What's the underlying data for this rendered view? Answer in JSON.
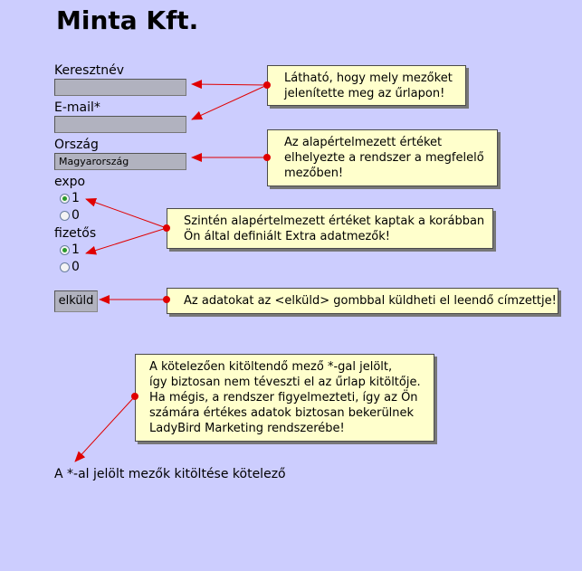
{
  "form": {
    "title": "Minta Kft.",
    "lastname_label": "Keresztnév",
    "lastname_value": "",
    "email_label": "E-mail*",
    "email_value": "",
    "country_label": "Ország",
    "country_value": "Magyarország",
    "expo_label": "expo",
    "expo_options": [
      "1",
      "0"
    ],
    "expo_selected": "1",
    "paid_label": "fizetős",
    "paid_options": [
      "1",
      "0"
    ],
    "paid_selected": "1",
    "submit_label": "elküld",
    "required_note": "A *-al jelölt mezők kitöltése kötelező"
  },
  "callouts": {
    "fields": "Látható, hogy mely mezőket\njelenítette meg az űrlapon!",
    "defaults": "Az alapértelmezett értéket\nelhelyezte a rendszer a megfelelő\nmezőben!",
    "extra": "Szintén alapértelmezett értéket kaptak a korábban\nÖn által definiált Extra adatmezők!",
    "submit": "Az adatokat az <elküld> gombbal küldheti el leendő címzettje!",
    "required": "A kötelezően kitöltendő mező *-gal jelölt,\nígy biztosan nem téveszti el az űrlap kitöltője.\nHa mégis, a rendszer figyelmezteti, így az Ön\nszámára értékes adatok biztosan bekerülnek\nLadyBird Marketing rendszerébe!"
  },
  "colors": {
    "background": "#cccdfe",
    "field": "#b1b2bf",
    "callout": "#ffffcc",
    "arrow": "#e00000"
  }
}
